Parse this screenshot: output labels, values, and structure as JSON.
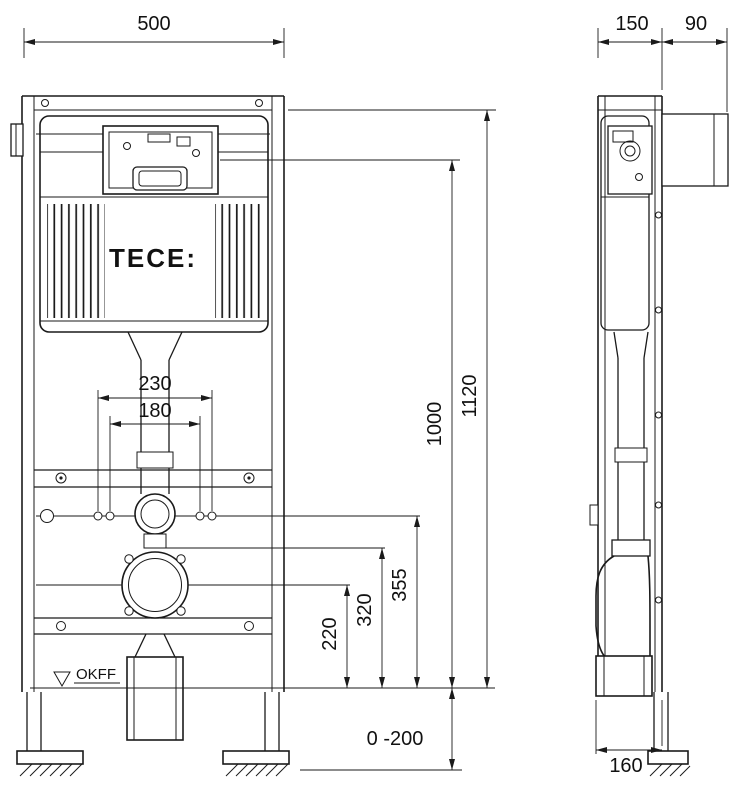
{
  "page": {
    "background": "#ffffff",
    "line_color": "#1a1a1a"
  },
  "drawing": {
    "brand": "TECE:",
    "floor_level": "OKFF",
    "front": {
      "width": "500",
      "overall_height": "1120",
      "actuation_height": "1000",
      "fixing_outer": "230",
      "fixing_inner": "180",
      "water_supply_height": "355",
      "support_height": "320",
      "outlet_height": "220",
      "leg_adjustment": "0 -200"
    },
    "side": {
      "depth": "150",
      "wall_bracket": "90",
      "outlet_depth": "160"
    }
  }
}
